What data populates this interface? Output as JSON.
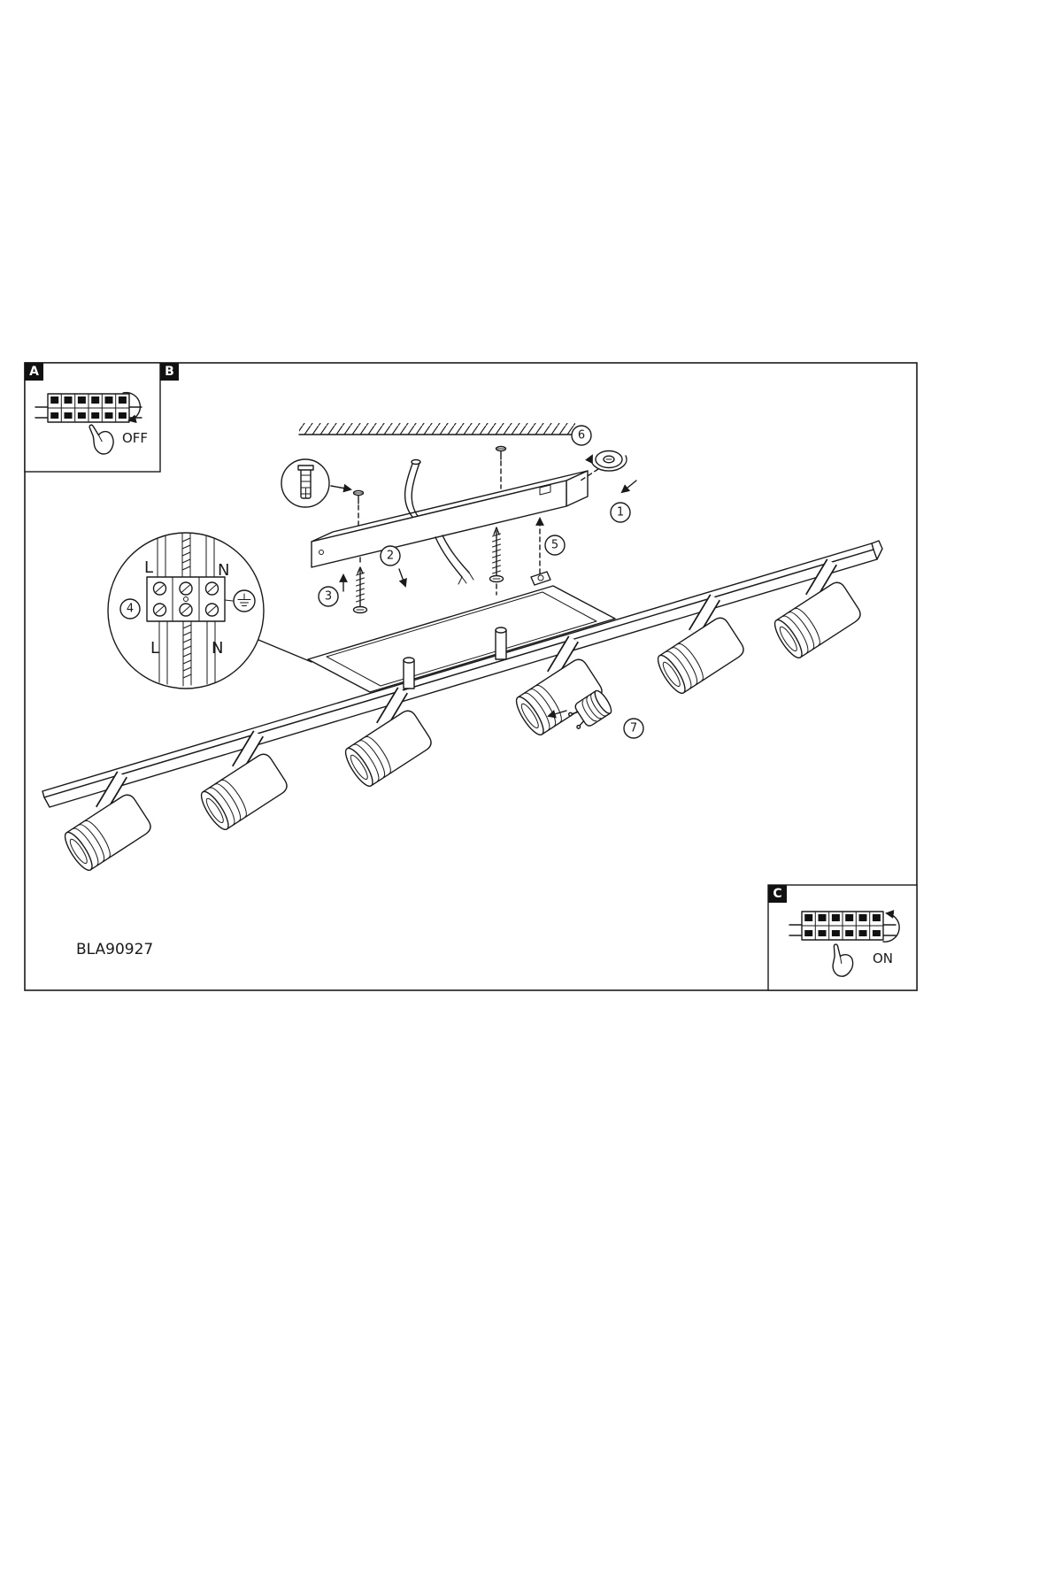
{
  "colors": {
    "ink": "#1a1a1a",
    "paper": "#ffffff"
  },
  "document": {
    "product_code": "BLA90927"
  },
  "panels": {
    "a": {
      "label": "A",
      "switch_state": "OFF"
    },
    "b": {
      "label": "B"
    },
    "c": {
      "label": "C",
      "switch_state": "ON"
    }
  },
  "callouts": {
    "c1": "1",
    "c2": "2",
    "c3": "3",
    "c4": "4",
    "c5": "5",
    "c6": "6",
    "c7": "7"
  },
  "terminals": {
    "l_top": "L",
    "n_top": "N",
    "l_bottom": "L",
    "n_bottom": "N"
  }
}
